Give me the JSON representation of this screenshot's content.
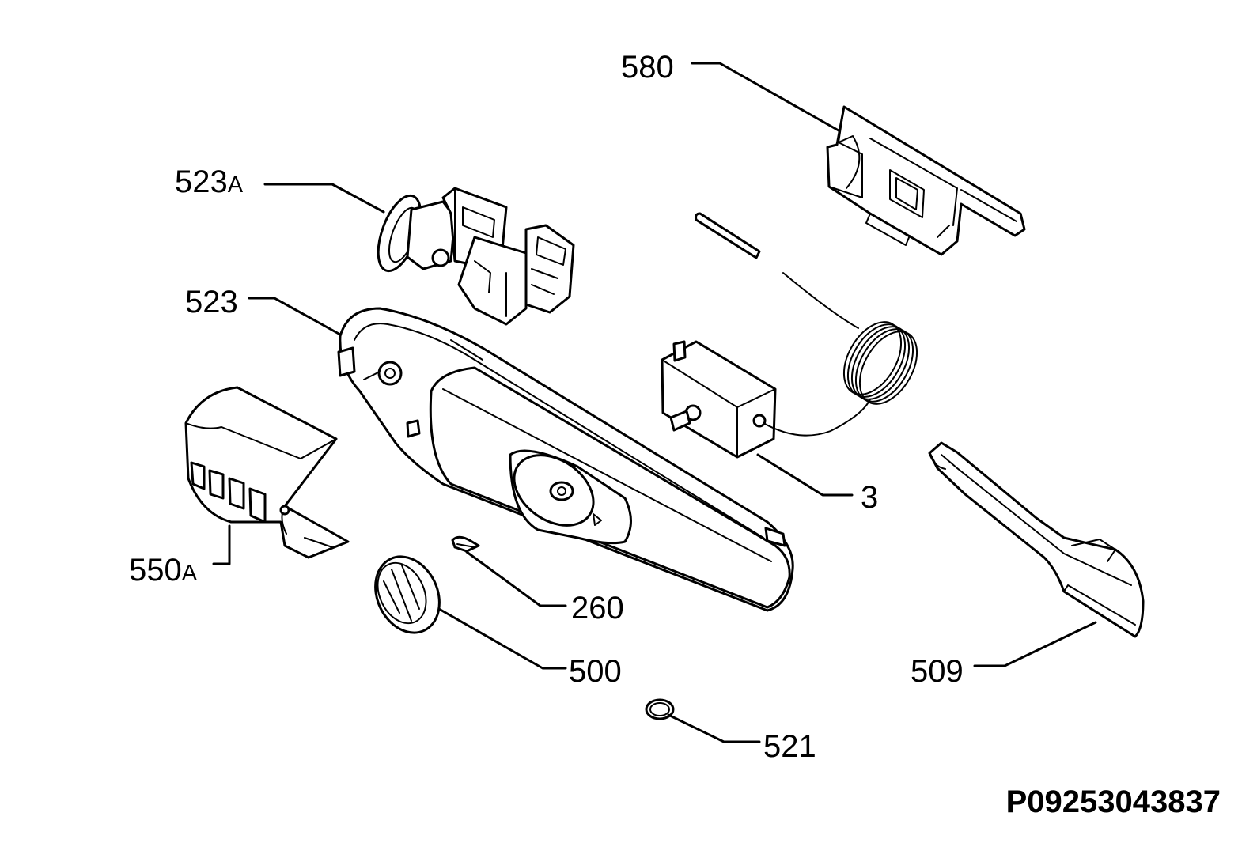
{
  "parts": [
    {
      "id": "580",
      "number": "580",
      "suffix": ""
    },
    {
      "id": "523a",
      "number": "523",
      "suffix": "A"
    },
    {
      "id": "523",
      "number": "523",
      "suffix": ""
    },
    {
      "id": "3",
      "number": "3",
      "suffix": ""
    },
    {
      "id": "550a",
      "number": "550",
      "suffix": "A"
    },
    {
      "id": "260",
      "number": "260",
      "suffix": ""
    },
    {
      "id": "500",
      "number": "500",
      "suffix": ""
    },
    {
      "id": "509",
      "number": "509",
      "suffix": ""
    },
    {
      "id": "521",
      "number": "521",
      "suffix": ""
    }
  ],
  "reference_code": "P09253043837"
}
